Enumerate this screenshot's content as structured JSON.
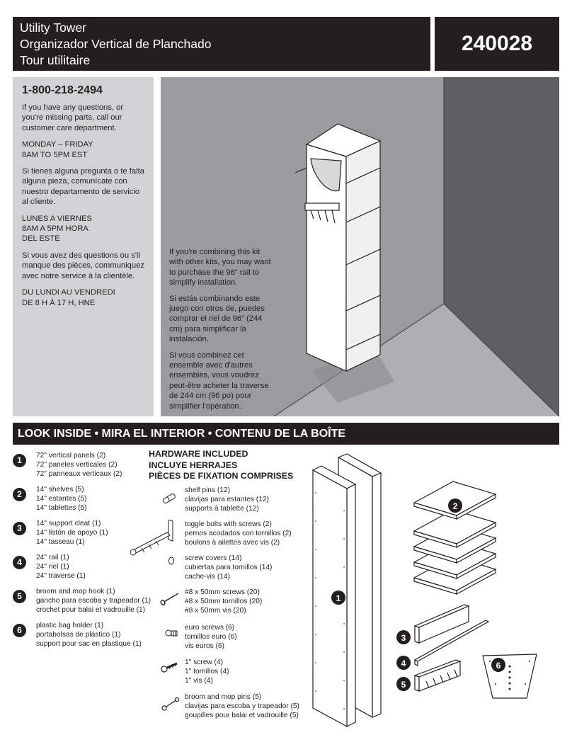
{
  "header": {
    "title_en": "Utility Tower",
    "title_es": "Organizador Vertical de Planchado",
    "title_fr": "Tour utilitaire",
    "product_number": "240028"
  },
  "contact": {
    "phone": "1-800-218-2494",
    "en_help": "If you have any questions, or you're missing parts, call our customer care department.",
    "en_hours_days": "MONDAY – FRIDAY",
    "en_hours_time": "8AM TO 5PM EST",
    "es_help": "Si tienes alguna pregunta o te falta alguna pieza, comunícate con nuestro departamento de servicio al cliente.",
    "es_hours_days": "LUNES A VIERNES",
    "es_hours_time": "8AM A 5PM HORA",
    "es_hours_zone": "DEL ESTE",
    "fr_help": "Si vous avez des questions ou s'il manque des pièces, communiquez avec notre service à la clientèle.",
    "fr_hours_days": "DU LUNDI AU VENDREDI",
    "fr_hours_time": "DE 8 H À 17 H, HNE"
  },
  "rail_note": {
    "en": "If you're combining this kit with other  kits, you may want to purchase the 96\" rail to simplify installation.",
    "es": "Si estás combinando este juego con otros de, puedes comprar el riel de 96\" (244 cm) para simplificar la instalación.",
    "fr": "Si vous combinez cet ensemble avec d'autres ensembles, vous voudrez peut-être acheter la traverse de 244 cm (96 po) pour simplifier l'opération."
  },
  "section_title": "LOOK INSIDE • MIRA EL INTERIOR • CONTENU DE LA BOÎTE",
  "parts": [
    {
      "num": "1",
      "en": "72\" vertical panels (2)",
      "es": "72\" paneles verticales (2)",
      "fr": "72\" panneaux verticaux (2)"
    },
    {
      "num": "2",
      "en": "14\" shelves (5)",
      "es": "14\" estantes (5)",
      "fr": "14\" tablettes (5)"
    },
    {
      "num": "3",
      "en": "14\" support cleat (1)",
      "es": "14\" listón de apoyo (1)",
      "fr": "14\" tasseau (1)"
    },
    {
      "num": "4",
      "en": "24\" rail (1)",
      "es": "24\" riel (1)",
      "fr": "24\" traverse (1)"
    },
    {
      "num": "5",
      "en": "broom and mop hook (1)",
      "es": "gancho para escoba y trapeador (1)",
      "fr": "crochet pour balai et vadrouille (1)"
    },
    {
      "num": "6",
      "en": "plastic bag holder (1)",
      "es": "portabolsas de plástico (1)",
      "fr": "support pour sac en plastique (1)"
    }
  ],
  "hardware_heading": {
    "en": "HARDWARE INCLUDED",
    "es": "INCLUYE HERRAJES",
    "fr": "PIÈCES DE FIXATION COMPRISES"
  },
  "hardware": [
    {
      "icon": "shelf-pin-icon",
      "en": "shelf pins (12)",
      "es": "clavijas para estantes (12)",
      "fr": "supports à tablette (12)"
    },
    {
      "icon": "toggle-bolt-icon",
      "en": "toggle bolts with screws (2)",
      "es": "pernos acodados con tornillos (2)",
      "fr": "boulons à ailettes avec vis (2)"
    },
    {
      "icon": "screw-cover-icon",
      "en": "screw covers (14)",
      "es": "cubiertas para tornillos (14)",
      "fr": "cache-vis (14)"
    },
    {
      "icon": "long-screw-icon",
      "en": "#8 x 50mm screws (20)",
      "es": "#8 x 50mm tornillos (20)",
      "fr": "#8 x 50mm vis (20)"
    },
    {
      "icon": "euro-screw-icon",
      "en": "euro screws (6)",
      "es": "tornillos euro (6)",
      "fr": "vis euros (6)"
    },
    {
      "icon": "short-screw-icon",
      "en": "1\" screw (4)",
      "es": "1\" tornillos (4)",
      "fr": "1\" vis (4)"
    },
    {
      "icon": "mop-pin-icon",
      "en": "broom and mop pins (5)",
      "es": "clavijas para escoba y trapeador (5)",
      "fr": "goupilles pour balai et vadrouille (5)"
    }
  ],
  "diagram_labels": {
    "panels": "1",
    "shelves": "2",
    "cleat": "3",
    "rail": "4",
    "hook": "5",
    "bag_holder": "6"
  }
}
